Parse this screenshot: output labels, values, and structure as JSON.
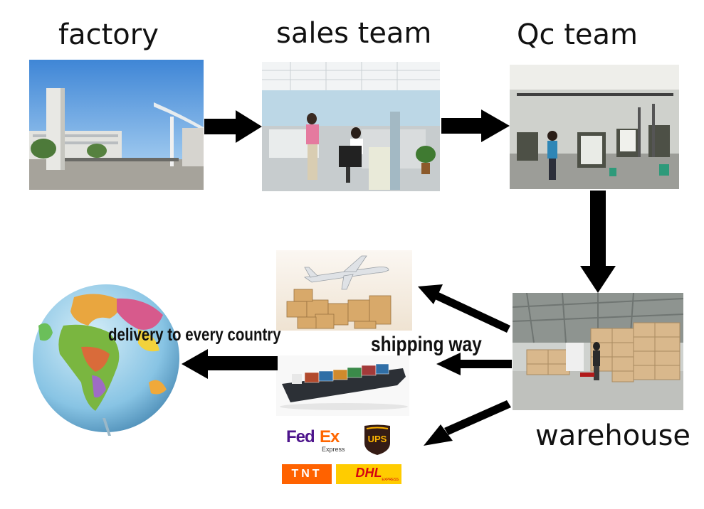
{
  "headings": {
    "factory": "factory",
    "sales": "sales team",
    "qc": "Qc team",
    "warehouse": "warehouse"
  },
  "labels": {
    "delivery": "delivery to every country",
    "shipping": "shipping way"
  },
  "couriers": {
    "fedex_fed": "Fed",
    "fedex_ex": "Ex",
    "fedex_sub": "Express",
    "ups": "UPS",
    "tnt": "TNT",
    "dhl": "DHL",
    "dhl_sub": "EXPRESS"
  },
  "colors": {
    "arrow": "#000000",
    "fedex_purple": "#4d148c",
    "fedex_orange": "#ff6600",
    "ups_brown": "#351c15",
    "ups_gold": "#ffb500",
    "tnt_orange": "#ff6200",
    "dhl_yellow": "#ffcc00",
    "dhl_red": "#d40511"
  }
}
